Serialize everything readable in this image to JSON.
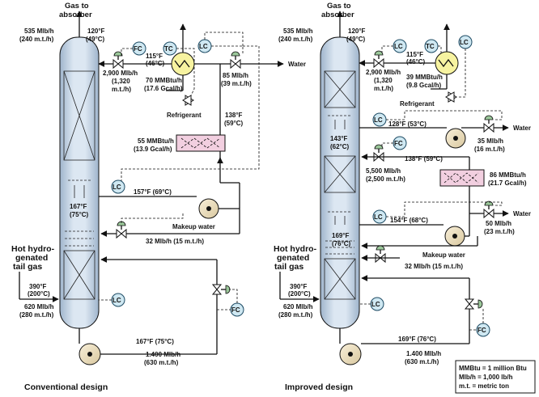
{
  "conventional": {
    "caption": "Conventional design",
    "gas_title_1": "Gas to",
    "gas_title_2": "absorber",
    "gas_flow_1": "535 Mlb/h",
    "gas_flow_2": "(240 m.t./h)",
    "gas_temp_1": "120°F",
    "gas_temp_2": "(49°C)",
    "cond_temp_1": "115°F",
    "cond_temp_2": "(46°C)",
    "reflux_1": "2,900 Mlb/h",
    "reflux_2": "(1,320",
    "reflux_3": "m.t./h)",
    "duty_1": "70 MMBtu/h",
    "duty_2": "(17.6 Gcal/h)",
    "water_flow_1": "85 Mlb/h",
    "water_flow_2": "(39 m.t./h)",
    "water_label": "Water",
    "refrigerant": "Refrigerant",
    "hx_temp_1": "138°F",
    "hx_temp_2": "(59°C)",
    "hx_duty_1": "55 MMBtu/h",
    "hx_duty_2": "(13.9 Gcal/h)",
    "pa_temp": "157°F (69°C)",
    "col_temp_1": "167°F",
    "col_temp_2": "(75°C)",
    "makeup_water": "Makeup water",
    "makeup_flow": "32 Mlb/h (15 m.t./h)",
    "feed_1": "Hot hydro-",
    "feed_2": "genated",
    "feed_3": "tail gas",
    "feed_temp_1": "390°F",
    "feed_temp_2": "(200°C)",
    "feed_flow_1": "620 Mlb/h",
    "feed_flow_2": "(280 m.t./h)",
    "bottom_temp": "167°F (75°C)",
    "bottom_flow_1": "1.400 Mlb/h",
    "bottom_flow_2": "(630 m.t./h)"
  },
  "improved": {
    "caption": "Improved design",
    "gas_title_1": "Gas to",
    "gas_title_2": "absorber",
    "gas_flow_1": "535 Mlb/h",
    "gas_flow_2": "(240 m.t./h)",
    "gas_temp_1": "120°F",
    "gas_temp_2": "(49°C)",
    "cond_temp_1": "115°F",
    "cond_temp_2": "(46°C)",
    "reflux_1": "2,900 Mlb/h",
    "reflux_2": "(1,320",
    "reflux_3": "m.t./h)",
    "duty_1": "39 MMBtu/h",
    "duty_2": "(9.8 Gcal/h)",
    "refrigerant": "Refrigerant",
    "upper_pa_temp": "128°F (53°C)",
    "water_label_1": "Water",
    "water_flow_1a": "35 Mlb/h",
    "water_flow_1b": "(16 m.t./h)",
    "col_temp_a1": "143°F",
    "col_temp_a2": "(62°C)",
    "hx_temp": "138°F (59°C)",
    "circ_1": "5,500 Mlb/h",
    "circ_2": "(2,500 m.t./h)",
    "hx_duty_1": "86 MMBtu/h",
    "hx_duty_2": "(21.7 Gcal/h)",
    "lower_pa_temp": "154°F (68°C)",
    "water_label_2": "Water",
    "water_flow_2a": "50 Mlb/h",
    "water_flow_2b": "(23 m.t./h)",
    "col_temp_b1": "169°F",
    "col_temp_b2": "(76°C)",
    "makeup_water": "Makeup water",
    "makeup_flow": "32 Mlb/h (15 m.t./h)",
    "feed_1": "Hot hydro-",
    "feed_2": "genated",
    "feed_3": "tail gas",
    "feed_temp_1": "390°F",
    "feed_temp_2": "(200°C)",
    "feed_flow_1": "620 Mlb/h",
    "feed_flow_2": "(280 m.t./h)",
    "bottom_temp": "169°F (76°C)",
    "bottom_flow_1": "1.400 Mlb/h",
    "bottom_flow_2": "(630 m.t./h)"
  },
  "legend": {
    "line1": "MMBtu = 1 million Btu",
    "line2": "Mlb/h = 1,000 lb/h",
    "line3": "m.t. = metric ton"
  },
  "tags": {
    "fc": "FC",
    "tc": "TC",
    "lc": "LC"
  },
  "colors": {
    "controller_fill": "#cfe8f2",
    "exchanger_fill": "#f2cfe0"
  }
}
